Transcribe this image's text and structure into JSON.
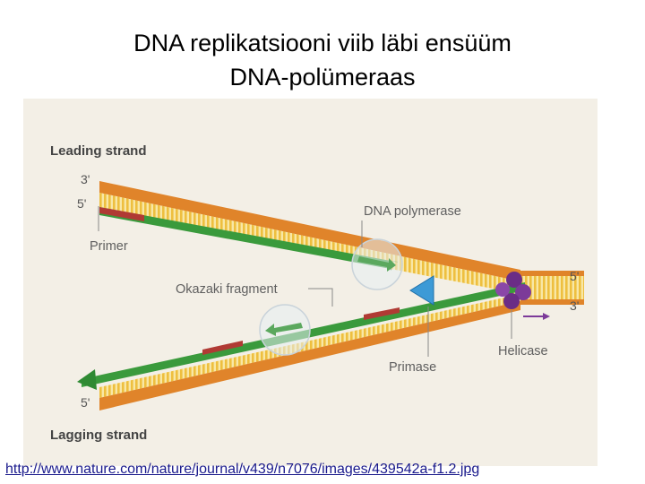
{
  "title": {
    "line1": "DNA replikatsiooni viib läbi ensüüm",
    "line2": "DNA-polümeraas"
  },
  "diagram": {
    "labels": {
      "leading_strand": "Leading strand",
      "lagging_strand": "Lagging strand",
      "primer": "Primer",
      "dna_polymerase": "DNA polymerase",
      "okazaki_fragment": "Okazaki fragment",
      "primase": "Primase",
      "helicase": "Helicase"
    },
    "ends": {
      "top_left_3": "3'",
      "top_left_5": "5'",
      "right_5": "5'",
      "right_3": "3'",
      "bottom_left_5": "5'"
    },
    "colors": {
      "background": "#f3efe6",
      "strand_orange": "#e0842a",
      "rung_yellow": "#f2c84b",
      "new_strand_green": "#3a9a3c",
      "primer_red": "#b03a34",
      "helicase_purple": "#6b2d86",
      "primase_blue": "#3d9ad6"
    }
  },
  "source_url": "http://www.nature.com/nature/journal/v439/n7076/images/439542a-f1.2.jpg"
}
